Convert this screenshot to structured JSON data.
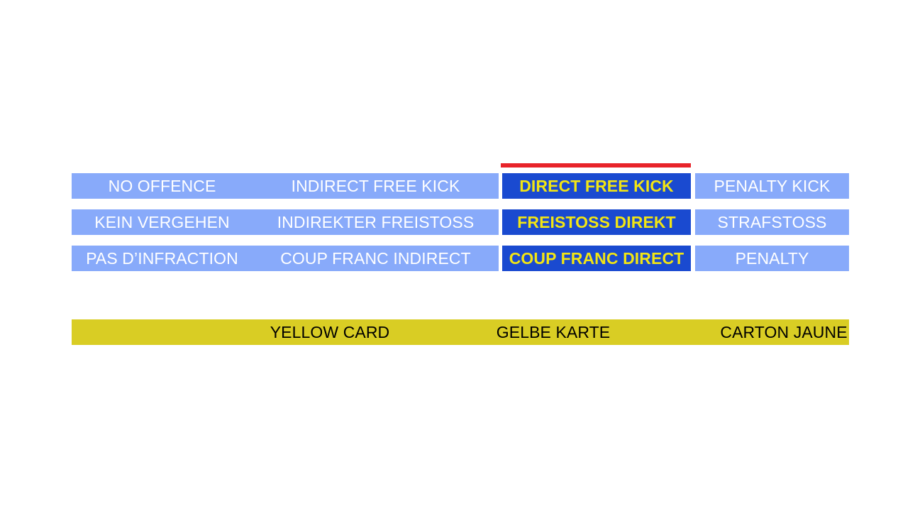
{
  "slide": {
    "kind": "referee-decision-matrix",
    "colors": {
      "light_blue": "#88aafa",
      "highlight_blue": "#1a4ad0",
      "highlight_text_yellow": "#f2e513",
      "accent_red": "#e8232a",
      "yellow_card": "#d9cd24",
      "text_white": "#ffffff",
      "text_black": "#000000",
      "background": "#ffffff"
    }
  },
  "matrix": {
    "columns": [
      "no-offence",
      "indirect-free-kick",
      "direct-free-kick",
      "penalty-kick"
    ],
    "highlighted_column": "direct-free-kick",
    "rows": [
      {
        "language": "en",
        "cells": [
          {
            "label": "NO OFFENCE",
            "state": "normal"
          },
          {
            "label": "INDIRECT FREE KICK",
            "state": "normal"
          },
          {
            "label": "DIRECT FREE KICK",
            "state": "highlighted"
          },
          {
            "label": "PENALTY KICK",
            "state": "normal"
          }
        ]
      },
      {
        "language": "de",
        "cells": [
          {
            "label": "KEIN VERGEHEN",
            "state": "normal"
          },
          {
            "label": "INDIREKTER FREISTOSS",
            "state": "normal"
          },
          {
            "label": "FREISTOSS DIREKT",
            "state": "highlighted"
          },
          {
            "label": "STRAFSTOSS",
            "state": "normal"
          }
        ]
      },
      {
        "language": "fr",
        "cells": [
          {
            "label": "PAS D’INFRACTION",
            "state": "normal"
          },
          {
            "label": "COUP FRANC INDIRECT",
            "state": "normal"
          },
          {
            "label": "COUP FRANC DIRECT",
            "state": "highlighted"
          },
          {
            "label": "PENALTY",
            "state": "normal"
          }
        ]
      }
    ]
  },
  "yellow_card_bar": {
    "en": "YELLOW CARD",
    "de": "GELBE KARTE",
    "fr": "CARTON JAUNE"
  }
}
